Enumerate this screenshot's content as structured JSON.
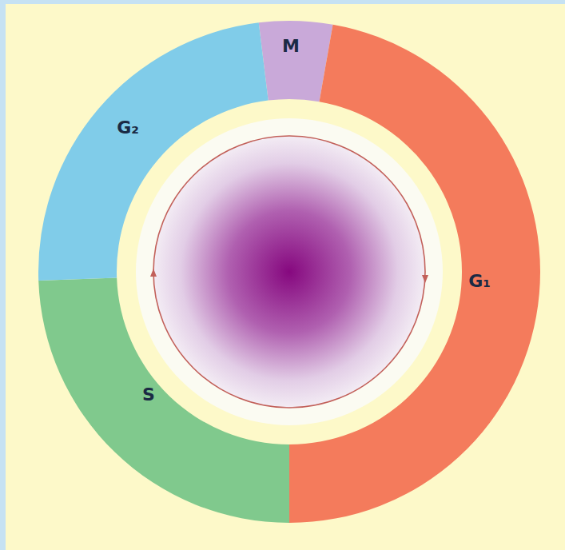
{
  "diagram": {
    "nodes": [
      {
        "text": [
          "M"
        ]
      },
      {
        "text": [
          "G₁"
        ]
      },
      {
        "text": [
          "S"
        ]
      },
      {
        "text": [
          "G₂"
        ]
      }
    ]
  }
}
